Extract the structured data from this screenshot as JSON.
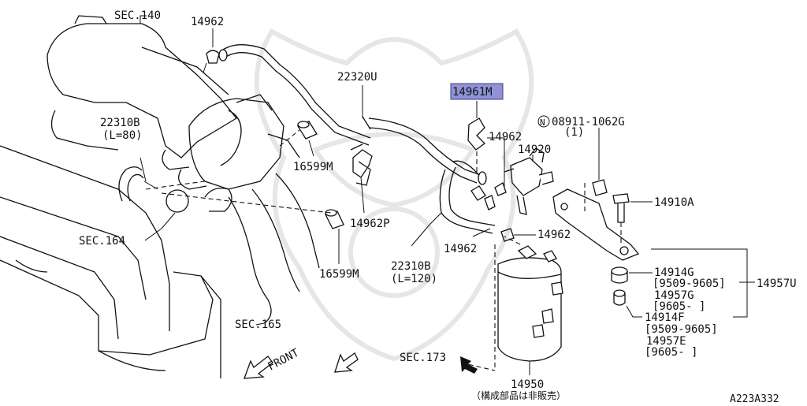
{
  "labels": {
    "sec140": "SEC.140",
    "p14962_top": "14962",
    "p22320u": "22320U",
    "p14961m": "14961M",
    "p22310b": "22310B",
    "p22310b_len": "(L=80)",
    "p16599m_a": "16599M",
    "p14962_mid": "14962",
    "p14920": "14920",
    "p08911": "08911-1062G",
    "p08911_mark": "N",
    "p08911_qty": "(1)",
    "p14910a": "14910A",
    "sec164": "SEC.164",
    "p14962p": "14962P",
    "p14962_right": "14962",
    "p14962_low": "14962",
    "p22310b_2": "22310B",
    "p22310b_2_len": "(L=120)",
    "p16599m_b": "16599M",
    "p14914g": "14914G",
    "r9509_a": "[9509-9605]",
    "p14957g": "14957G",
    "r9605_a": "[9605-     ]",
    "p14957u": "14957U",
    "p14914f": "14914F",
    "r9509_b": "[9509-9605]",
    "p14957e": "14957E",
    "r9605_b": "[9605-     ]",
    "sec165": "SEC.165",
    "sec173": "SEC.173",
    "front": "FRONT",
    "p14950": "14950",
    "p14950_note": "（構成部品は非販売）",
    "diagram_id": "A223A332"
  },
  "highlight_color": "#8f92d6"
}
